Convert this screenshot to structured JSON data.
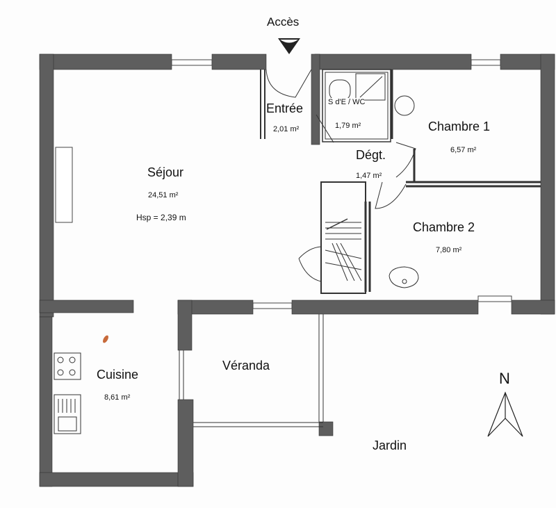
{
  "access": {
    "label": "Accès"
  },
  "rooms": {
    "entree": {
      "name": "Entrée",
      "area": "2,01 m²"
    },
    "sde": {
      "name": "S d'E / WC",
      "area": "1,79 m²"
    },
    "degt": {
      "name": "Dégt.",
      "area": "1,47 m²"
    },
    "chambre1": {
      "name": "Chambre 1",
      "area": "6,57 m²"
    },
    "chambre2": {
      "name": "Chambre 2",
      "area": "7,80 m²"
    },
    "sejour": {
      "name": "Séjour",
      "area": "24,51 m²",
      "height": "Hsp = 2,39 m"
    },
    "cuisine": {
      "name": "Cuisine",
      "area": "8,61 m²"
    },
    "veranda": {
      "name": "Véranda"
    },
    "jardin": {
      "name": "Jardin"
    }
  },
  "compass": {
    "label": "N"
  },
  "colors": {
    "wall": "#5e5e5e",
    "line": "#333333",
    "background": "#fdfdfd"
  }
}
